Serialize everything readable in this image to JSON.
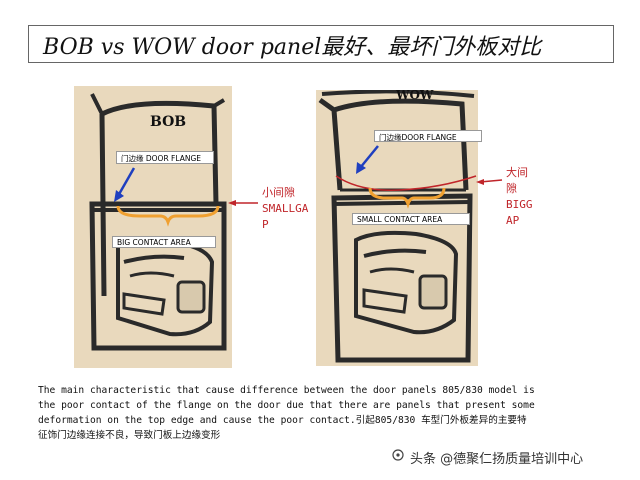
{
  "title": "BOB  vs  WOW  door panel最好、最坏门外板对比",
  "bob": {
    "label": "BOB",
    "flange_label": "门边缘  DOOR FLANGE",
    "gap_label_cn": "小间隙",
    "gap_label_en_1": "SMALLGA",
    "gap_label_en_2": "P",
    "contact_label": "BIG CONTACT  AREA"
  },
  "wow": {
    "label": "WOW",
    "flange_label": "门边缘DOOR FLANGE",
    "gap_label_cn_1": "大间",
    "gap_label_cn_2": "隙",
    "gap_label_en_1": "BIGG",
    "gap_label_en_2": "AP",
    "contact_label": "SMALL  CONTACT  AREA"
  },
  "caption": {
    "line1": "The main characteristic that cause difference between the door panels  805/830 model is",
    "line2": "the poor contact of the flange on the door due that there are panels that present some",
    "line3": "deformation on the top edge and cause the poor contact.引起805/830 车型门外板差异的主要特",
    "line4": "征饰门边缘连接不良，导致门板上边缘变形"
  },
  "watermark": "头条 @德聚仁扬质量培训中心",
  "colors": {
    "accent_red": "#c0252a",
    "arrow_blue": "#1f3fbf",
    "brace_orange": "#f0a030"
  }
}
